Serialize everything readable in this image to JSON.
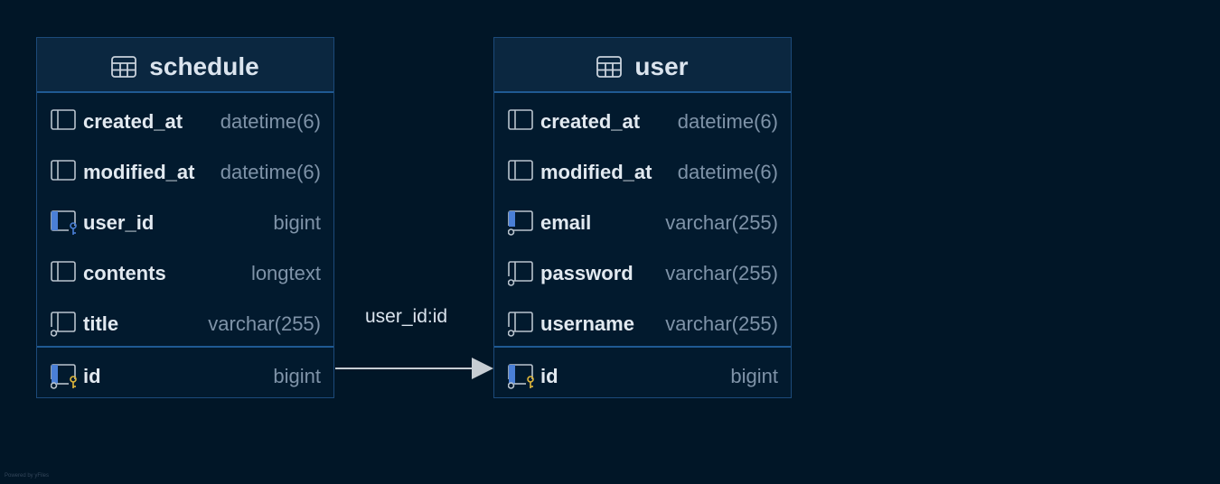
{
  "colors": {
    "background": "#011627",
    "table_border": "#1c4a7a",
    "header_bg": "#0b2740",
    "column_name": "#e2e9f0",
    "column_type": "#7f93a8",
    "fk_icon": "#4a7fd6",
    "pk_key": "#e2b93b",
    "arrow": "#c7cdd3"
  },
  "tables": {
    "schedule": {
      "title": "schedule",
      "icon": "table-icon",
      "columns": [
        {
          "name": "created_at",
          "type": "datetime(6)",
          "icon": "column-icon"
        },
        {
          "name": "modified_at",
          "type": "datetime(6)",
          "icon": "column-icon"
        },
        {
          "name": "user_id",
          "type": "bigint",
          "icon": "foreign-key-column-icon"
        },
        {
          "name": "contents",
          "type": "longtext",
          "icon": "column-icon"
        },
        {
          "name": "title",
          "type": "varchar(255)",
          "icon": "nullable-column-icon"
        }
      ],
      "primary_key": {
        "name": "id",
        "type": "bigint",
        "icon": "primary-key-column-icon"
      }
    },
    "user": {
      "title": "user",
      "icon": "table-icon",
      "columns": [
        {
          "name": "created_at",
          "type": "datetime(6)",
          "icon": "column-icon"
        },
        {
          "name": "modified_at",
          "type": "datetime(6)",
          "icon": "column-icon"
        },
        {
          "name": "email",
          "type": "varchar(255)",
          "icon": "unique-nullable-column-icon"
        },
        {
          "name": "password",
          "type": "varchar(255)",
          "icon": "nullable-column-icon"
        },
        {
          "name": "username",
          "type": "varchar(255)",
          "icon": "nullable-column-icon"
        }
      ],
      "primary_key": {
        "name": "id",
        "type": "bigint",
        "icon": "primary-key-column-icon"
      }
    }
  },
  "relation": {
    "label": "user_id:id",
    "from": "schedule.id",
    "to": "user.id"
  },
  "footer": {
    "powered_by": "Powered by yFiles"
  }
}
